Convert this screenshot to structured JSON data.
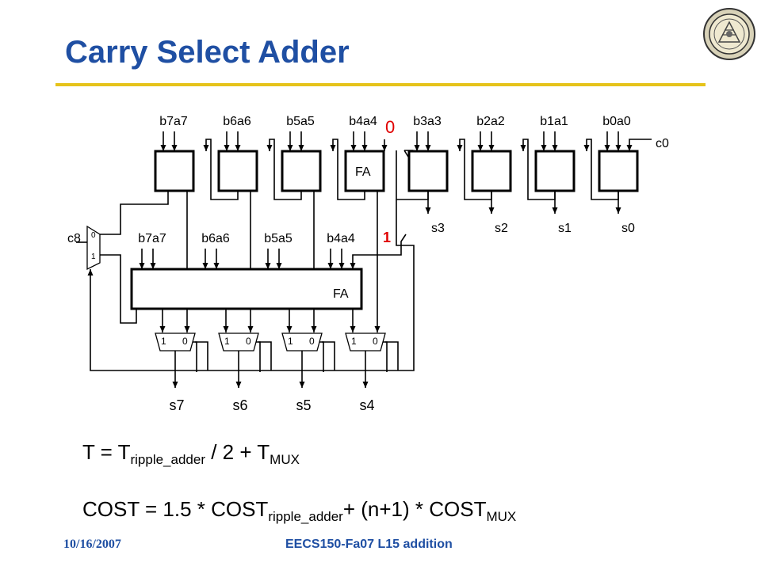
{
  "slide": {
    "title": "Carry Select Adder",
    "footer": {
      "date": "10/16/2007",
      "course": "EECS150-Fa07 L15 addition"
    },
    "colors": {
      "title": "#1f4fa3",
      "rule": "#e6c31a",
      "highlight": "#e00000"
    }
  },
  "diagram": {
    "top_inputs": [
      "b7a7",
      "b6a6",
      "b5a5",
      "b4a4",
      "b3a3",
      "b2a2",
      "b1a1",
      "b0a0"
    ],
    "upper_fa_label": "FA",
    "upper_carry_in": "0",
    "c0": "c0",
    "low_sums": [
      "s3",
      "s2",
      "s1",
      "s0"
    ],
    "c8": "c8",
    "mux_c8_in0": "0",
    "mux_c8_in1": "1",
    "lower_inputs": [
      "b7a7",
      "b6a6",
      "b5a5",
      "b4a4"
    ],
    "lower_carry_in": "1",
    "lower_fa_label": "FA",
    "mux_in1": "1",
    "mux_in0": "0",
    "high_sums": [
      "s7",
      "s6",
      "s5",
      "s4"
    ]
  },
  "formulas": {
    "t": {
      "lhs": "T = T",
      "sub1": "ripple_adder",
      "mid": " / 2 + T",
      "sub2": "MUX"
    },
    "cost": {
      "lhs": "COST = 1.5 * COST",
      "sub1": "ripple_adder",
      "mid": "+ (n+1) * COST",
      "sub2": "MUX"
    }
  }
}
